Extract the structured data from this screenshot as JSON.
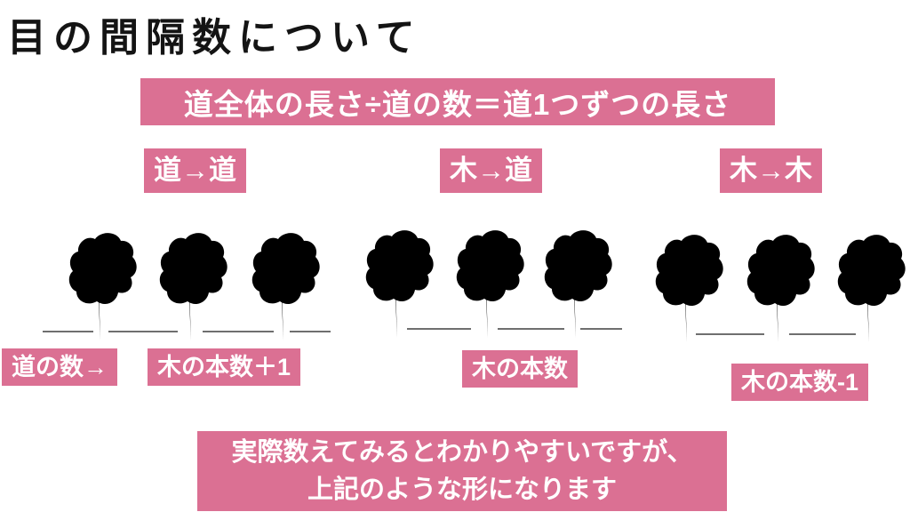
{
  "title": "目の間隔数について",
  "formula_banner": "道全体の長さ÷道の数＝道1つずつの長さ",
  "row_label": "道の数→",
  "groups": [
    {
      "header": "道→道",
      "caption": "木の本数＋1",
      "tree_count": 3,
      "path_segments": 4
    },
    {
      "header": "木→道",
      "caption": "木の本数",
      "tree_count": 3,
      "path_segments": 3
    },
    {
      "header": "木→木",
      "caption": "木の本数-1",
      "tree_count": 3,
      "path_segments": 2
    }
  ],
  "bottom_note": {
    "line1": "実際数えてみるとわかりやすいですが、",
    "line2": "上記のような形になります"
  },
  "colors": {
    "pink": "#db7093",
    "text_on_pink": "#ffffff",
    "title_text": "#141414",
    "foliage": "#94a14f",
    "trunk": "#4b2630",
    "ground_line": "#6f6f6f"
  }
}
